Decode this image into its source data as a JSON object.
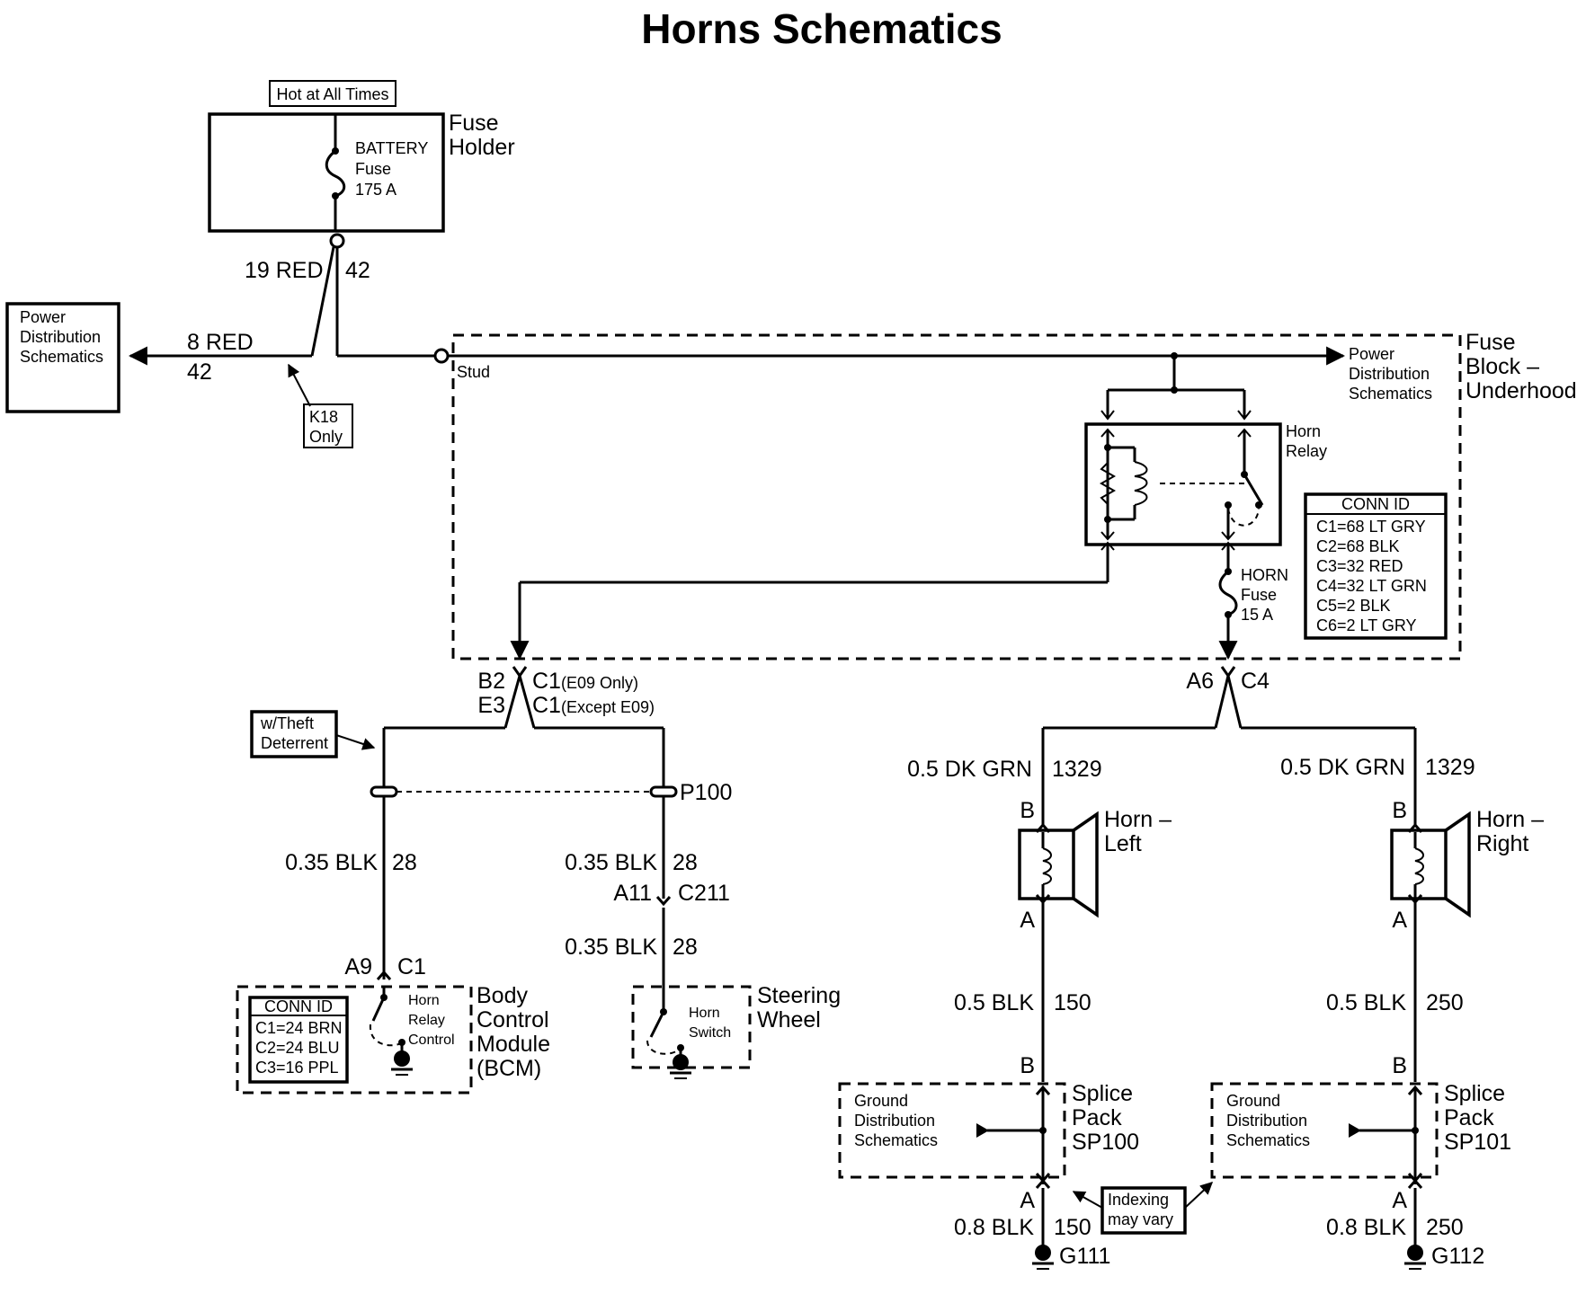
{
  "title": "Horns Schematics",
  "labels": {
    "hot_at_all_times": "Hot at All Times",
    "fuse_holder_1": "Fuse",
    "fuse_holder_2": "Holder",
    "battery_fuse_1": "BATTERY",
    "battery_fuse_2": "Fuse",
    "battery_fuse_3": "175 A",
    "w19_color": "19 RED",
    "w19_circuit": "42",
    "w8_color": "8 RED",
    "w8_circuit": "42",
    "pds_left_1": "Power",
    "pds_left_2": "Distribution",
    "pds_left_3": "Schematics",
    "k18_1": "K18",
    "k18_2": "Only",
    "stud": "Stud",
    "pds_right_1": "Power",
    "pds_right_2": "Distribution",
    "pds_right_3": "Schematics",
    "fuse_block_1": "Fuse",
    "fuse_block_2": "Block –",
    "fuse_block_3": "Underhood",
    "horn_relay_1": "Horn",
    "horn_relay_2": "Relay",
    "horn_fuse_1": "HORN",
    "horn_fuse_2": "Fuse",
    "horn_fuse_3": "15 A",
    "b2": "B2",
    "e3": "E3",
    "c1": "C1",
    "e09_only": "(E09 Only)",
    "c1b": "C1",
    "except_e09": "(Except E09)",
    "a6": "A6",
    "c4": "C4",
    "theft_1": "w/Theft",
    "theft_2": "Deterrent",
    "p100": "P100",
    "bcm_wire_color": "0.35 BLK",
    "bcm_wire_circuit": "28",
    "sw_wire1_color": "0.35 BLK",
    "sw_wire1_circuit": "28",
    "a11": "A11",
    "c211": "C211",
    "sw_wire2_color": "0.35 BLK",
    "sw_wire2_circuit": "28",
    "a9": "A9",
    "c1_bcm": "C1",
    "bcm_relay_1": "Horn",
    "bcm_relay_2": "Relay",
    "bcm_relay_3": "Control",
    "bcm_1": "Body",
    "bcm_2": "Control",
    "bcm_3": "Module",
    "bcm_4": "(BCM)",
    "horn_switch_1": "Horn",
    "horn_switch_2": "Switch",
    "steering_1": "Steering",
    "steering_2": "Wheel",
    "left_wire_color": "0.5 DK GRN",
    "left_wire_circuit": "1329",
    "right_wire_color": "0.5 DK GRN",
    "right_wire_circuit": "1329",
    "left_b": "B",
    "right_b": "B",
    "horn_left_1": "Horn –",
    "horn_left_2": "Left",
    "horn_right_1": "Horn –",
    "horn_right_2": "Right",
    "left_a": "A",
    "right_a": "A",
    "left_gnd_color": "0.5 BLK",
    "left_gnd_circuit": "150",
    "right_gnd_color": "0.5 BLK",
    "right_gnd_circuit": "250",
    "sp100_b": "B",
    "sp101_b": "B",
    "gds_left_1": "Ground",
    "gds_left_2": "Distribution",
    "gds_left_3": "Schematics",
    "gds_right_1": "Ground",
    "gds_right_2": "Distribution",
    "gds_right_3": "Schematics",
    "sp100_1": "Splice",
    "sp100_2": "Pack",
    "sp100_3": "SP100",
    "sp101_1": "Splice",
    "sp101_2": "Pack",
    "sp101_3": "SP101",
    "sp100_a": "A",
    "sp101_a": "A",
    "indexing_1": "Indexing",
    "indexing_2": "may vary",
    "g111_color": "0.8 BLK",
    "g111_circuit": "150",
    "g112_color": "0.8 BLK",
    "g112_circuit": "250",
    "g111": "G111",
    "g112": "G112"
  },
  "conn_id_fuse_block": {
    "header": "CONN ID",
    "rows": [
      "C1=68 LT GRY",
      "C2=68 BLK",
      "C3=32 RED",
      "C4=32 LT GRN",
      "C5=2 BLK",
      "C6=2 LT GRY"
    ]
  },
  "conn_id_bcm": {
    "header": "CONN ID",
    "rows": [
      "C1=24 BRN",
      "C2=24 BLU",
      "C3=16 PPL"
    ]
  }
}
